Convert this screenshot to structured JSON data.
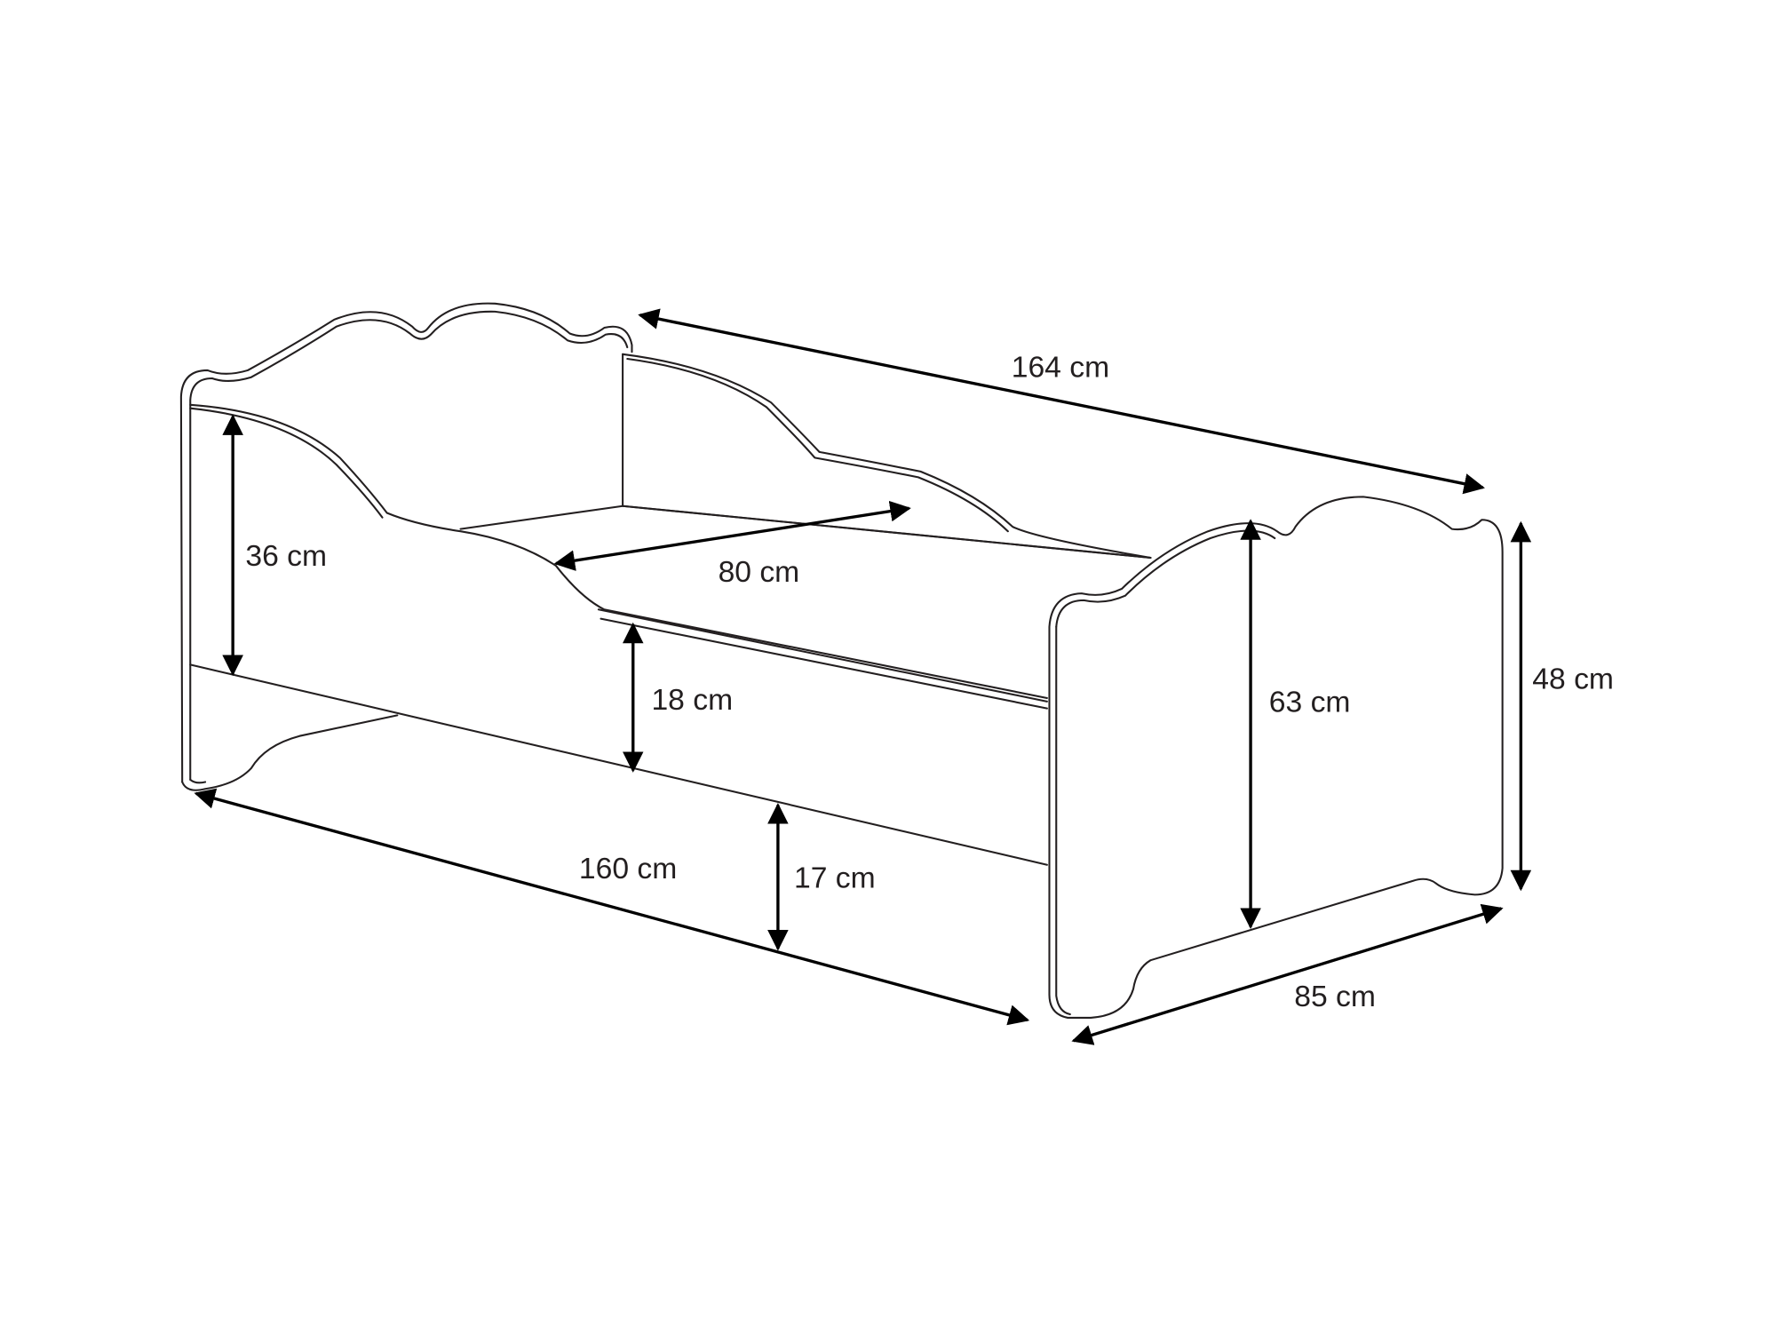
{
  "diagram": {
    "subject": "bed",
    "line_color": "#231f20",
    "dimensions": {
      "overall_length": "164 cm",
      "inner_width": "80 cm",
      "panel_inner_height": "36 cm",
      "side_rail_height": "18 cm",
      "frame_length": "160 cm",
      "floor_clearance": "17 cm",
      "headboard_height": "63 cm",
      "footboard_height": "48 cm",
      "overall_width": "85 cm"
    }
  }
}
